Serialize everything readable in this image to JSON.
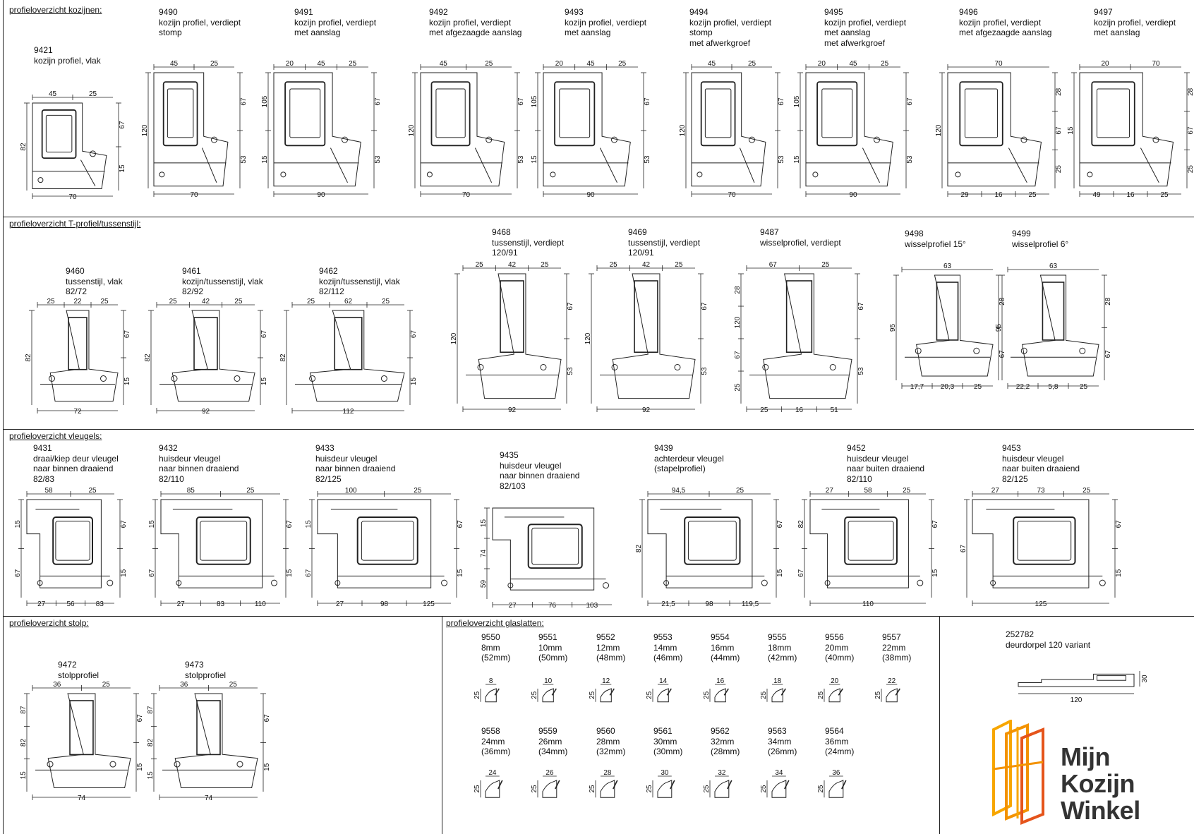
{
  "sections": [
    {
      "title": "profieloverzicht kozijnen:",
      "profiles": [
        {
          "code": "9421",
          "lines": [
            "kozijn profiel, vlak"
          ],
          "dims": {
            "top": [
              "45",
              "25"
            ],
            "bottom": [
              "70"
            ],
            "left": [
              "82"
            ],
            "right": [
              "67",
              "15"
            ]
          }
        },
        {
          "code": "9490",
          "lines": [
            "kozijn profiel, verdiept",
            "stomp"
          ],
          "dims": {
            "top": [
              "45",
              "25"
            ],
            "bottom": [
              "70"
            ],
            "left": [
              "120"
            ],
            "right": [
              "67",
              "53"
            ]
          }
        },
        {
          "code": "9491",
          "lines": [
            "kozijn profiel, verdiept",
            "met aanslag"
          ],
          "dims": {
            "top": [
              "20",
              "45",
              "25"
            ],
            "bottom": [
              "90"
            ],
            "left": [
              "105",
              "15"
            ],
            "right": [
              "67",
              "53"
            ]
          }
        },
        {
          "code": "9492",
          "lines": [
            "kozijn profiel, verdiept",
            "met afgezaagde aanslag"
          ],
          "dims": {
            "top": [
              "45",
              "25"
            ],
            "bottom": [
              "70"
            ],
            "left": [
              "120"
            ],
            "right": [
              "67",
              "53"
            ]
          }
        },
        {
          "code": "9493",
          "lines": [
            "kozijn profiel, verdiept",
            "met aanslag"
          ],
          "dims": {
            "top": [
              "20",
              "45",
              "25"
            ],
            "bottom": [
              "90"
            ],
            "left": [
              "105",
              "15"
            ],
            "right": [
              "67",
              "53"
            ]
          }
        },
        {
          "code": "9494",
          "lines": [
            "kozijn profiel, verdiept",
            "stomp",
            "met afwerkgroef"
          ],
          "dims": {
            "top": [
              "45",
              "25"
            ],
            "bottom": [
              "70"
            ],
            "left": [
              "120"
            ],
            "right": [
              "67",
              "53"
            ]
          }
        },
        {
          "code": "9495",
          "lines": [
            "kozijn profiel, verdiept",
            "met aanslag",
            "met afwerkgroef"
          ],
          "dims": {
            "top": [
              "20",
              "45",
              "25"
            ],
            "bottom": [
              "90"
            ],
            "left": [
              "105",
              "15"
            ],
            "right": [
              "67",
              "53"
            ]
          }
        },
        {
          "code": "9496",
          "lines": [
            "kozijn profiel, verdiept",
            "met afgezaagde aanslag"
          ],
          "dims": {
            "top": [
              "70"
            ],
            "bottom": [
              "29",
              "16",
              "25"
            ],
            "left": [
              "120"
            ],
            "right": [
              "28",
              "67",
              "25"
            ]
          }
        },
        {
          "code": "9497",
          "lines": [
            "kozijn profiel, verdiept",
            "met aanslag"
          ],
          "dims": {
            "top": [
              "20",
              "70"
            ],
            "bottom": [
              "49",
              "16",
              "25"
            ],
            "left": [
              "15"
            ],
            "right": [
              "28",
              "67",
              "25"
            ]
          }
        }
      ]
    },
    {
      "title": "profieloverzicht T-profiel/tussenstijl:",
      "profiles": [
        {
          "code": "9460",
          "lines": [
            "tussenstijl, vlak",
            "82/72"
          ],
          "dims": {
            "top": [
              "25",
              "22",
              "25"
            ],
            "bottom": [
              "72"
            ],
            "left": [
              "82"
            ],
            "right": [
              "67",
              "15"
            ]
          }
        },
        {
          "code": "9461",
          "lines": [
            "kozijn/tussenstijl, vlak",
            "82/92"
          ],
          "dims": {
            "top": [
              "25",
              "42",
              "25"
            ],
            "bottom": [
              "92"
            ],
            "left": [
              "82"
            ],
            "right": [
              "67",
              "15"
            ]
          }
        },
        {
          "code": "9462",
          "lines": [
            "kozijn/tussenstijl, vlak",
            "82/112"
          ],
          "dims": {
            "top": [
              "25",
              "62",
              "25"
            ],
            "bottom": [
              "112"
            ],
            "left": [
              "82"
            ],
            "right": [
              "67",
              "15"
            ]
          }
        },
        {
          "code": "9468",
          "lines": [
            "tussenstijl, verdiept",
            "120/91"
          ],
          "dims": {
            "top": [
              "25",
              "42",
              "25"
            ],
            "bottom": [
              "92"
            ],
            "left": [
              "120"
            ],
            "right": [
              "67",
              "53"
            ]
          }
        },
        {
          "code": "9469",
          "lines": [
            "tussenstijl, verdiept",
            "120/91"
          ],
          "dims": {
            "top": [
              "25",
              "42",
              "25"
            ],
            "bottom": [
              "92"
            ],
            "left": [
              "120"
            ],
            "right": [
              "67",
              "53"
            ]
          }
        },
        {
          "code": "9487",
          "lines": [
            "wisselprofiel, verdiept"
          ],
          "dims": {
            "top": [
              "67",
              "25"
            ],
            "bottom": [
              "25",
              "16",
              "51"
            ],
            "left": [
              "28",
              "120",
              "67",
              "25"
            ],
            "right": [
              "67",
              "53"
            ]
          }
        },
        {
          "code": "9498",
          "lines": [
            "wisselprofiel 15°"
          ],
          "dims": {
            "top": [
              "63"
            ],
            "bottom": [
              "17,7",
              "20,3",
              "25"
            ],
            "left": [
              "95"
            ],
            "right": [
              "28",
              "67"
            ]
          }
        },
        {
          "code": "9499",
          "lines": [
            "wisselprofiel 6°"
          ],
          "dims": {
            "top": [
              "63"
            ],
            "bottom": [
              "22,2",
              "5,8",
              "25"
            ],
            "left": [
              "95"
            ],
            "right": [
              "28",
              "67"
            ]
          }
        }
      ]
    },
    {
      "title": "profieloverzicht vleugels:",
      "profiles": [
        {
          "code": "9431",
          "lines": [
            "draai/kiep deur vleugel",
            "naar binnen draaiend",
            "82/83"
          ],
          "dims": {
            "top": [
              "58",
              "25"
            ],
            "bottom": [
              "27",
              "56",
              "83"
            ],
            "left": [
              "15",
              "67"
            ],
            "right": [
              "67",
              "15"
            ]
          }
        },
        {
          "code": "9432",
          "lines": [
            "huisdeur vleugel",
            "naar binnen draaiend",
            "82/110"
          ],
          "dims": {
            "top": [
              "85",
              "25"
            ],
            "bottom": [
              "27",
              "83",
              "110"
            ],
            "left": [
              "15",
              "67"
            ],
            "right": [
              "67",
              "15"
            ]
          }
        },
        {
          "code": "9433",
          "lines": [
            "huisdeur vleugel",
            "naar binnen draaiend",
            "82/125"
          ],
          "dims": {
            "top": [
              "100",
              "25"
            ],
            "bottom": [
              "27",
              "98",
              "125"
            ],
            "left": [
              "15",
              "67"
            ],
            "right": [
              "67",
              "15"
            ]
          }
        },
        {
          "code": "9435",
          "lines": [
            "huisdeur vleugel",
            "naar binnen draaiend",
            "82/103"
          ],
          "dims": {
            "top": [],
            "bottom": [
              "27",
              "76",
              "103"
            ],
            "left": [
              "15",
              "74",
              "59"
            ],
            "right": []
          }
        },
        {
          "code": "9439",
          "lines": [
            "achterdeur vleugel",
            "(stapelprofiel)"
          ],
          "dims": {
            "top": [
              "94,5",
              "25"
            ],
            "bottom": [
              "21,5",
              "98",
              "119,5"
            ],
            "left": [
              "82"
            ],
            "right": [
              "67",
              "15"
            ]
          }
        },
        {
          "code": "9452",
          "lines": [
            "huisdeur vleugel",
            "naar buiten draaiend",
            "82/110"
          ],
          "dims": {
            "top": [
              "27",
              "58",
              "25"
            ],
            "bottom": [
              "110"
            ],
            "left": [
              "82",
              "67"
            ],
            "right": [
              "67",
              "15"
            ]
          }
        },
        {
          "code": "9453",
          "lines": [
            "huisdeur vleugel",
            "naar buiten draaiend",
            "82/125"
          ],
          "dims": {
            "top": [
              "27",
              "73",
              "25"
            ],
            "bottom": [
              "125"
            ],
            "left": [
              "67"
            ],
            "right": [
              "67",
              "15"
            ]
          }
        }
      ]
    },
    {
      "title": "profieloverzicht stolp:",
      "profiles": [
        {
          "code": "9472",
          "lines": [
            "stolpprofiel"
          ],
          "dims": {
            "top": [
              "36",
              "25"
            ],
            "bottom": [
              "74"
            ],
            "left": [
              "87",
              "82",
              "15"
            ],
            "right": [
              "67",
              "15"
            ]
          }
        },
        {
          "code": "9473",
          "lines": [
            "stolpprofiel"
          ],
          "dims": {
            "top": [
              "36",
              "25"
            ],
            "bottom": [
              "74"
            ],
            "left": [
              "87",
              "82",
              "15"
            ],
            "right": [
              "67",
              "15"
            ]
          }
        }
      ]
    },
    {
      "title": "profieloverzicht glaslatten:",
      "profiles": [
        {
          "code": "9550",
          "lines": [
            "8mm",
            "(52mm)"
          ],
          "width": "8",
          "height": "25"
        },
        {
          "code": "9551",
          "lines": [
            "10mm",
            "(50mm)"
          ],
          "width": "10",
          "height": "25"
        },
        {
          "code": "9552",
          "lines": [
            "12mm",
            "(48mm)"
          ],
          "width": "12",
          "height": "25"
        },
        {
          "code": "9553",
          "lines": [
            "14mm",
            "(46mm)"
          ],
          "width": "14",
          "height": "25"
        },
        {
          "code": "9554",
          "lines": [
            "16mm",
            "(44mm)"
          ],
          "width": "16",
          "height": "25"
        },
        {
          "code": "9555",
          "lines": [
            "18mm",
            "(42mm)"
          ],
          "width": "18",
          "height": "25"
        },
        {
          "code": "9556",
          "lines": [
            "20mm",
            "(40mm)"
          ],
          "width": "20",
          "height": "25"
        },
        {
          "code": "9557",
          "lines": [
            "22mm",
            "(38mm)"
          ],
          "width": "22",
          "height": "25"
        },
        {
          "code": "9558",
          "lines": [
            "24mm",
            "(36mm)"
          ],
          "width": "24",
          "height": "25"
        },
        {
          "code": "9559",
          "lines": [
            "26mm",
            "(34mm)"
          ],
          "width": "26",
          "height": "25"
        },
        {
          "code": "9560",
          "lines": [
            "28mm",
            "(32mm)"
          ],
          "width": "28",
          "height": "25"
        },
        {
          "code": "9561",
          "lines": [
            "30mm",
            "(30mm)"
          ],
          "width": "30",
          "height": "25"
        },
        {
          "code": "9562",
          "lines": [
            "32mm",
            "(28mm)"
          ],
          "width": "32",
          "height": "25"
        },
        {
          "code": "9563",
          "lines": [
            "34mm",
            "(26mm)"
          ],
          "width": "34",
          "height": "25"
        },
        {
          "code": "9564",
          "lines": [
            "36mm",
            "(24mm)"
          ],
          "width": "36",
          "height": "25"
        }
      ]
    },
    {
      "title": "",
      "profiles": [
        {
          "code": "252782",
          "lines": [
            "deurdorpel 120 variant"
          ],
          "width": "120",
          "height": "30"
        }
      ]
    }
  ],
  "logo": {
    "lines": [
      "Mijn",
      "Kozijn",
      "Winkel"
    ],
    "colors": [
      "#f7a600",
      "#f39200",
      "#e5541b"
    ]
  }
}
